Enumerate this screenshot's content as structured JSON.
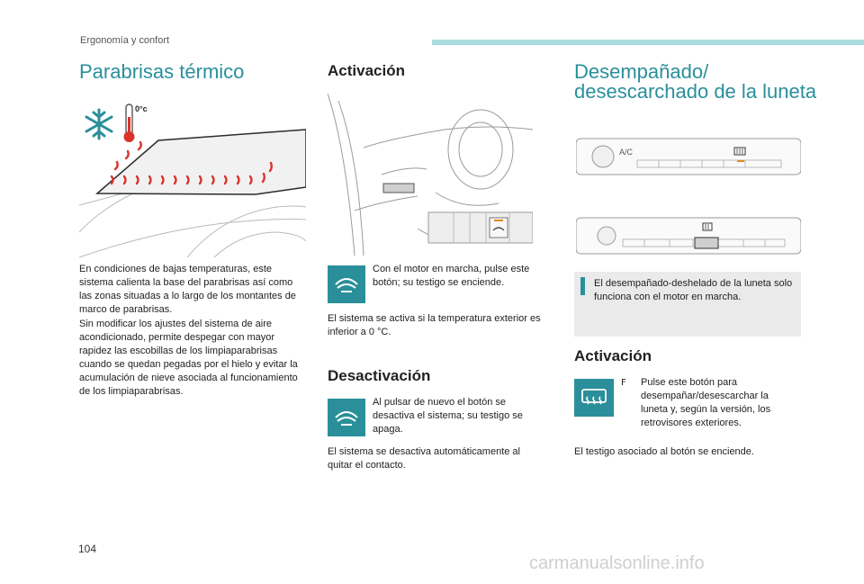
{
  "header": {
    "section": "Ergonomía y confort"
  },
  "col1": {
    "title": "Parabrisas térmico",
    "figure_label": "0°c",
    "paragraph1": "En condiciones de bajas temperaturas, este sistema calienta la base del parabrisas así como las zonas situadas a lo largo de los montantes de marco de parabrisas.",
    "paragraph2": "Sin modificar los ajustes del sistema de aire acondicionado, permite despegar con mayor rapidez las escobillas de los limpiaparabrisas cuando se quedan pegadas por el hielo y evitar la acumulación de nieve asociada al funcionamiento de los limpiaparabrisas."
  },
  "col2": {
    "activation_title": "Activación",
    "activation_step": "Con el motor en marcha, pulse este botón; su testigo se enciende.",
    "activation_note": "El sistema se activa si la temperatura exterior es inferior a 0 °C.",
    "deactivation_title": "Desactivación",
    "deactivation_step": "Al pulsar de nuevo el botón se desactiva el sistema; su testigo se apaga.",
    "deactivation_note": "El sistema se desactiva automáticamente al quitar el contacto."
  },
  "col3": {
    "title_line1": "Desempañado/",
    "title_line2": "desescarchado de la luneta",
    "panel_label_ac": "A/C",
    "info_text": "El desempañado-deshelado de la luneta solo funciona con el motor en marcha.",
    "activation_title": "Activación",
    "bullet_glyph": "F",
    "activation_step": "Pulse este botón para desempañar/desescarchar la luneta y, según la versión, los retrovisores exteriores.",
    "activation_note": "El testigo asociado al botón se enciende."
  },
  "footer": {
    "page_number": "104",
    "watermark": "carmanualsonline.info"
  },
  "colors": {
    "accent": "#2a8f9a",
    "header_bar": "#a9dcdd",
    "info_bg": "#eaeaea",
    "heat_red": "#d9342b"
  }
}
